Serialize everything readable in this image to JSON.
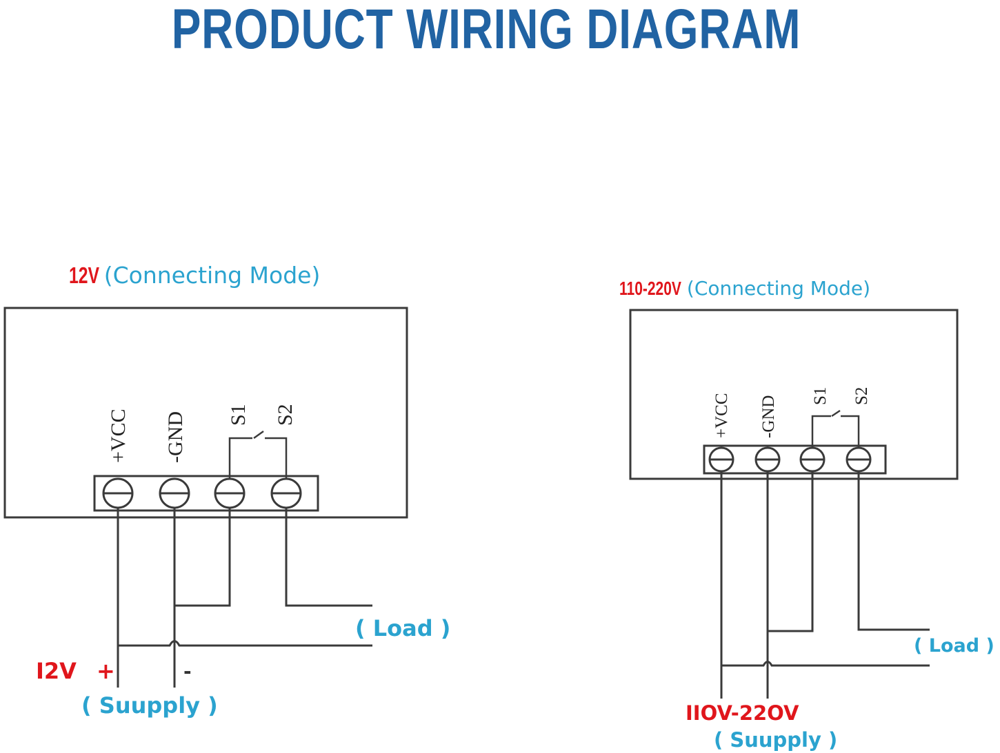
{
  "title": "PRODUCT WIRING DIAGRAM",
  "colors": {
    "title": "#2163a3",
    "voltage_red": "#e0161c",
    "label_cyan": "#2ba3cf",
    "line": "#3a3a3a"
  },
  "diagrams": [
    {
      "id": "12v",
      "mode_voltage": "12V",
      "mode_text": "(Connecting  Mode)",
      "terminals": [
        "+VCC",
        "-GND",
        "S1",
        "S2"
      ],
      "switch": "S1-S2 normally open contact",
      "load_label": "( Load )",
      "supply_voltage": "I2V",
      "supply_plus": "+",
      "supply_minus": "-",
      "supply_label": "( Suupply )"
    },
    {
      "id": "110-220v",
      "mode_voltage": "110-220V",
      "mode_text": "(Connecting  Mode)",
      "terminals": [
        "+VCC",
        "-GND",
        "S1",
        "S2"
      ],
      "switch": "S1-S2 normally open contact",
      "load_label": "( Load )",
      "supply_voltage": "IIOV-22OV",
      "supply_label": "( Suupply )"
    }
  ]
}
